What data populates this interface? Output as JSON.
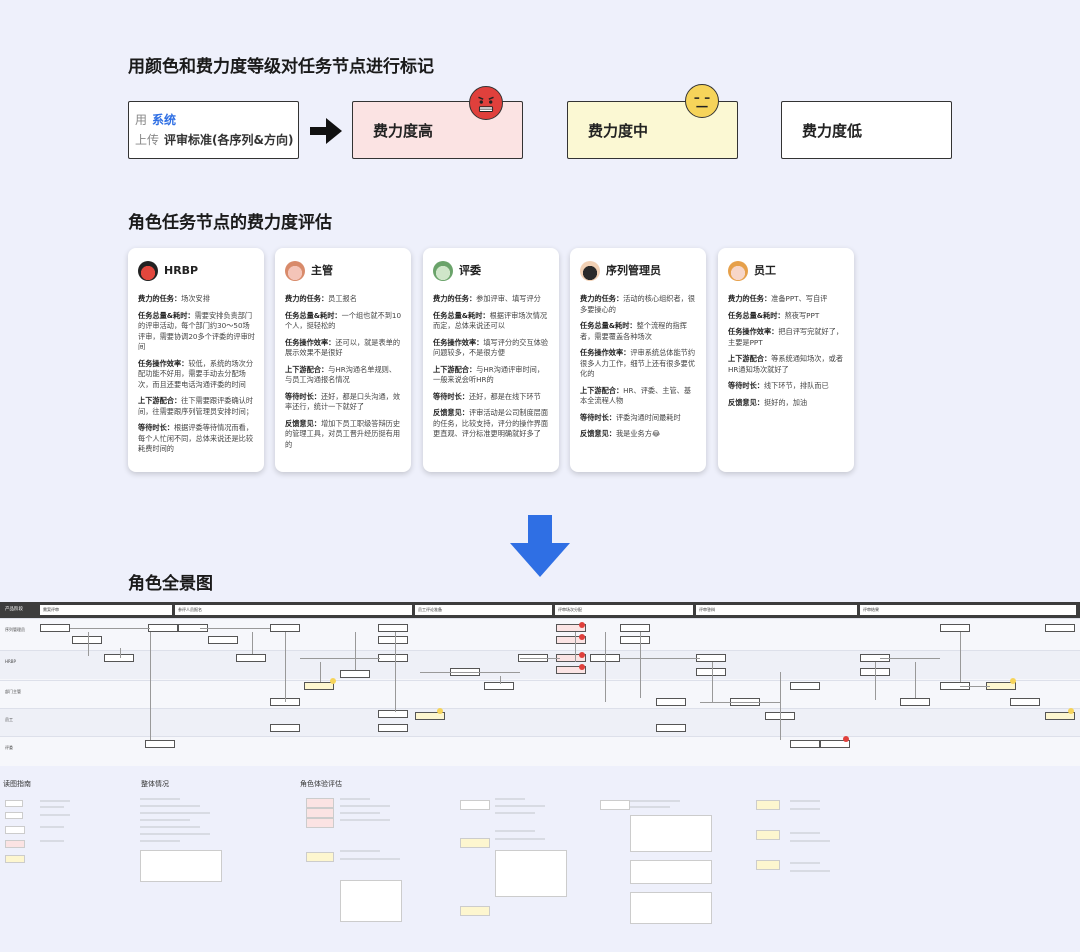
{
  "section1": {
    "title": "用颜色和费力度等级对任务节点进行标记"
  },
  "legend": {
    "sys_prefix": "用",
    "sys_name": "系统",
    "action": "上传",
    "task": "评审标准(各序列&方向)",
    "high": "费力度高",
    "mid": "费力度中",
    "low": "费力度低",
    "colors": {
      "high": "#fbe3e3",
      "mid": "#fbf8d3",
      "low": "#ffffff",
      "angry": "#e0403c",
      "neutral": "#f6d45a",
      "blue": "#2f6fe4"
    }
  },
  "section2": {
    "title": "角色任务节点的费力度评估"
  },
  "cards": [
    {
      "role": "HRBP",
      "avatar": "hrbp-avatar",
      "items": [
        {
          "k": "费力的任务：",
          "v": "场次安排"
        },
        {
          "k": "任务总量&耗时：",
          "v": "需要安排负责部门的评审活动，每个部门约30～50场评审，需要协调20多个评委的评审时间"
        },
        {
          "k": "任务操作效率：",
          "v": "较低，系统的场次分配功能不好用，需要手动去分配场次，而且还要电话沟通评委的时间"
        },
        {
          "k": "上下游配合：",
          "v": "往下需要跟评委确认时间，往需要跟序列管理员安排时间；"
        },
        {
          "k": "等待时长：",
          "v": "根据评委等待情况而看，每个人忙闲不同，总体来说还是比较耗费时间的"
        }
      ]
    },
    {
      "role": "主管",
      "avatar": "manager-avatar",
      "items": [
        {
          "k": "费力的任务：",
          "v": "员工报名"
        },
        {
          "k": "任务总量&耗时：",
          "v": "一个组也就不到10个人，挺轻松的"
        },
        {
          "k": "任务操作效率：",
          "v": "还可以，就是表单的展示效果不是很好"
        },
        {
          "k": "上下游配合：",
          "v": "与HR沟通名单规则、与员工沟通报名情况"
        },
        {
          "k": "等待时长：",
          "v": "还好，都是口头沟通，效率还行，统计一下就好了"
        },
        {
          "k": "反馈意见：",
          "v": "增加下员工职级答辩历史的管理工具，对员工晋升经历挺有用的"
        }
      ]
    },
    {
      "role": "评委",
      "avatar": "judge-avatar",
      "items": [
        {
          "k": "费力的任务：",
          "v": "参加评审、填写评分"
        },
        {
          "k": "任务总量&耗时：",
          "v": "根据评审场次情况而定，总体来说还可以"
        },
        {
          "k": "任务操作效率：",
          "v": "填写评分的交互体验问题较多，不是很方便"
        },
        {
          "k": "上下游配合：",
          "v": "与HR沟通评审时间，一般来说会听HR的"
        },
        {
          "k": "等待时长：",
          "v": "还好，都是在线下环节"
        },
        {
          "k": "反馈意见：",
          "v": "评审活动是公司制度层面的任务，比较支持，评分的操作界面更直观、评分标准更明确就好多了"
        }
      ]
    },
    {
      "role": "序列管理员",
      "avatar": "admin-avatar",
      "items": [
        {
          "k": "费力的任务：",
          "v": "活动的核心组织者，很多要操心的"
        },
        {
          "k": "任务总量&耗时：",
          "v": "整个流程的指挥者，需要覆盖各种场次"
        },
        {
          "k": "任务操作效率：",
          "v": "评审系统总体能节约很多人力工作，细节上还有很多要优化的"
        },
        {
          "k": "上下游配合：",
          "v": "HR、评委、主管、基本全流程人物"
        },
        {
          "k": "等待时长：",
          "v": "评委沟通时间最耗时"
        },
        {
          "k": "反馈意见：",
          "v": "我是业务方😂"
        }
      ]
    },
    {
      "role": "员工",
      "avatar": "employee-avatar",
      "items": [
        {
          "k": "费力的任务：",
          "v": "准备PPT、写自评"
        },
        {
          "k": "任务总量&耗时：",
          "v": "熬夜写PPT"
        },
        {
          "k": "任务操作效率：",
          "v": "把自评写完就好了，主要是PPT"
        },
        {
          "k": "上下游配合：",
          "v": "等系统通知场次，或者HR通知场次就好了"
        },
        {
          "k": "等待时长：",
          "v": "线下环节，排队而已"
        },
        {
          "k": "反馈意见：",
          "v": "挺好的，加油"
        }
      ]
    }
  ],
  "section3": {
    "title": "角色全景图"
  },
  "lane": {
    "head": "产品阶段",
    "stages": [
      "需案评审",
      "参评人员报名",
      "员工评论准备",
      "评审场次分配",
      "评审答辩",
      "评审结果"
    ],
    "rows": [
      "序列管理员",
      "HRBP",
      "部门主管",
      "员工",
      "评委"
    ]
  },
  "thumbs": [
    "读图指南",
    "整体情况",
    "角色体验评估"
  ]
}
